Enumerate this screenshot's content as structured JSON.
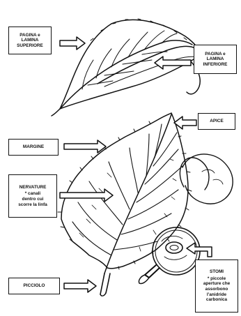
{
  "diagram": {
    "labels": {
      "upper_surface": [
        "PAGINA e",
        "LAMINA",
        "SUPERIORE"
      ],
      "lower_surface": [
        "PAGINA e",
        "LAMINA",
        "INFERIORE"
      ],
      "apex": [
        "APICE"
      ],
      "margin": [
        "MARGINE"
      ],
      "veins": {
        "title": "NERVATURE",
        "note": [
          "* canali",
          "dentro cui",
          "scorre la linfa"
        ]
      },
      "petiole": [
        "PICCIOLO"
      ],
      "stomata": {
        "title": "STOMI",
        "note": [
          "* piccole",
          "aperture che",
          "assorbono",
          "l'anidride",
          "carbonica"
        ]
      }
    }
  }
}
